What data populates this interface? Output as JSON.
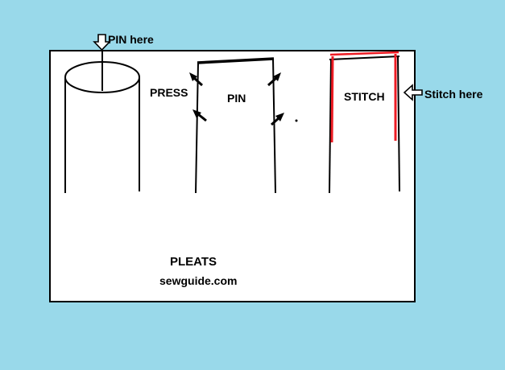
{
  "diagram": {
    "title": "PLEATS",
    "credit": "sewguide.com",
    "annotations": {
      "pin_here": "PIN here",
      "stitch_here": "Stitch here"
    },
    "steps": {
      "press": "PRESS",
      "pin": "PIN",
      "stitch": "STITCH"
    },
    "colors": {
      "background": "#99d9ea",
      "panel": "#ffffff",
      "line": "#000000",
      "stitch": "#ed1c24"
    },
    "icons": {
      "down_arrow": "⇩",
      "left_arrow": "⇦"
    }
  }
}
